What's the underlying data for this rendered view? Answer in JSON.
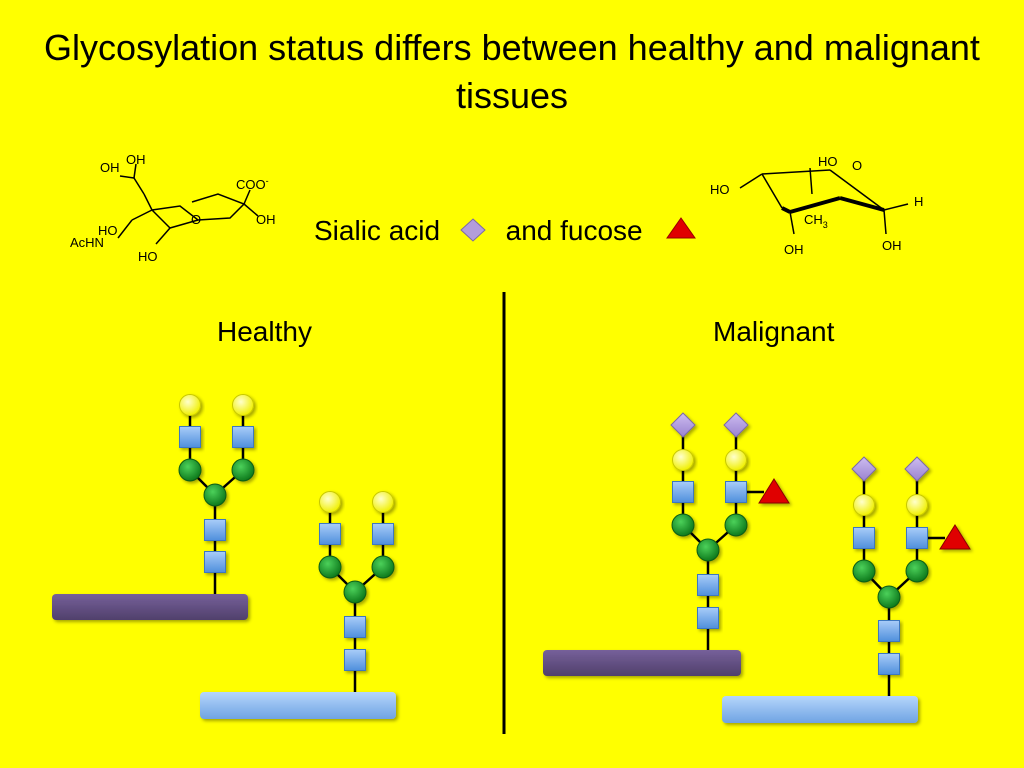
{
  "title": "Glycosylation status differs between healthy and malignant tissues",
  "legend": {
    "sialic_label": "Sialic acid",
    "fucose_label": "and fucose"
  },
  "panels": {
    "healthy": "Healthy",
    "malignant": "Malignant"
  },
  "sialic_structure": {
    "oh_1": "OH",
    "oh_2": "OH",
    "coo": "COO",
    "coo_charge": "-",
    "ring_o": "O",
    "oh_3": "OH",
    "ho_1": "HO",
    "achn": "AcHN",
    "ho_2": "HO"
  },
  "fucose_structure": {
    "ho_top": "HO",
    "ring_o": "O",
    "ho_left": "HO",
    "h": "H",
    "ch": "CH",
    "ch_sub": "3",
    "oh_bottom": "OH",
    "oh_right": "OH"
  },
  "colors": {
    "background": "#ffff00",
    "galactose": "#ffff33",
    "glcnac": "#6fa8e8",
    "mannose": "#1e9e2e",
    "sialic_acid": "#b39ddb",
    "fucose": "#e00000",
    "cell_dark": "#5e4a7c",
    "cell_light": "#8fbcf0"
  }
}
